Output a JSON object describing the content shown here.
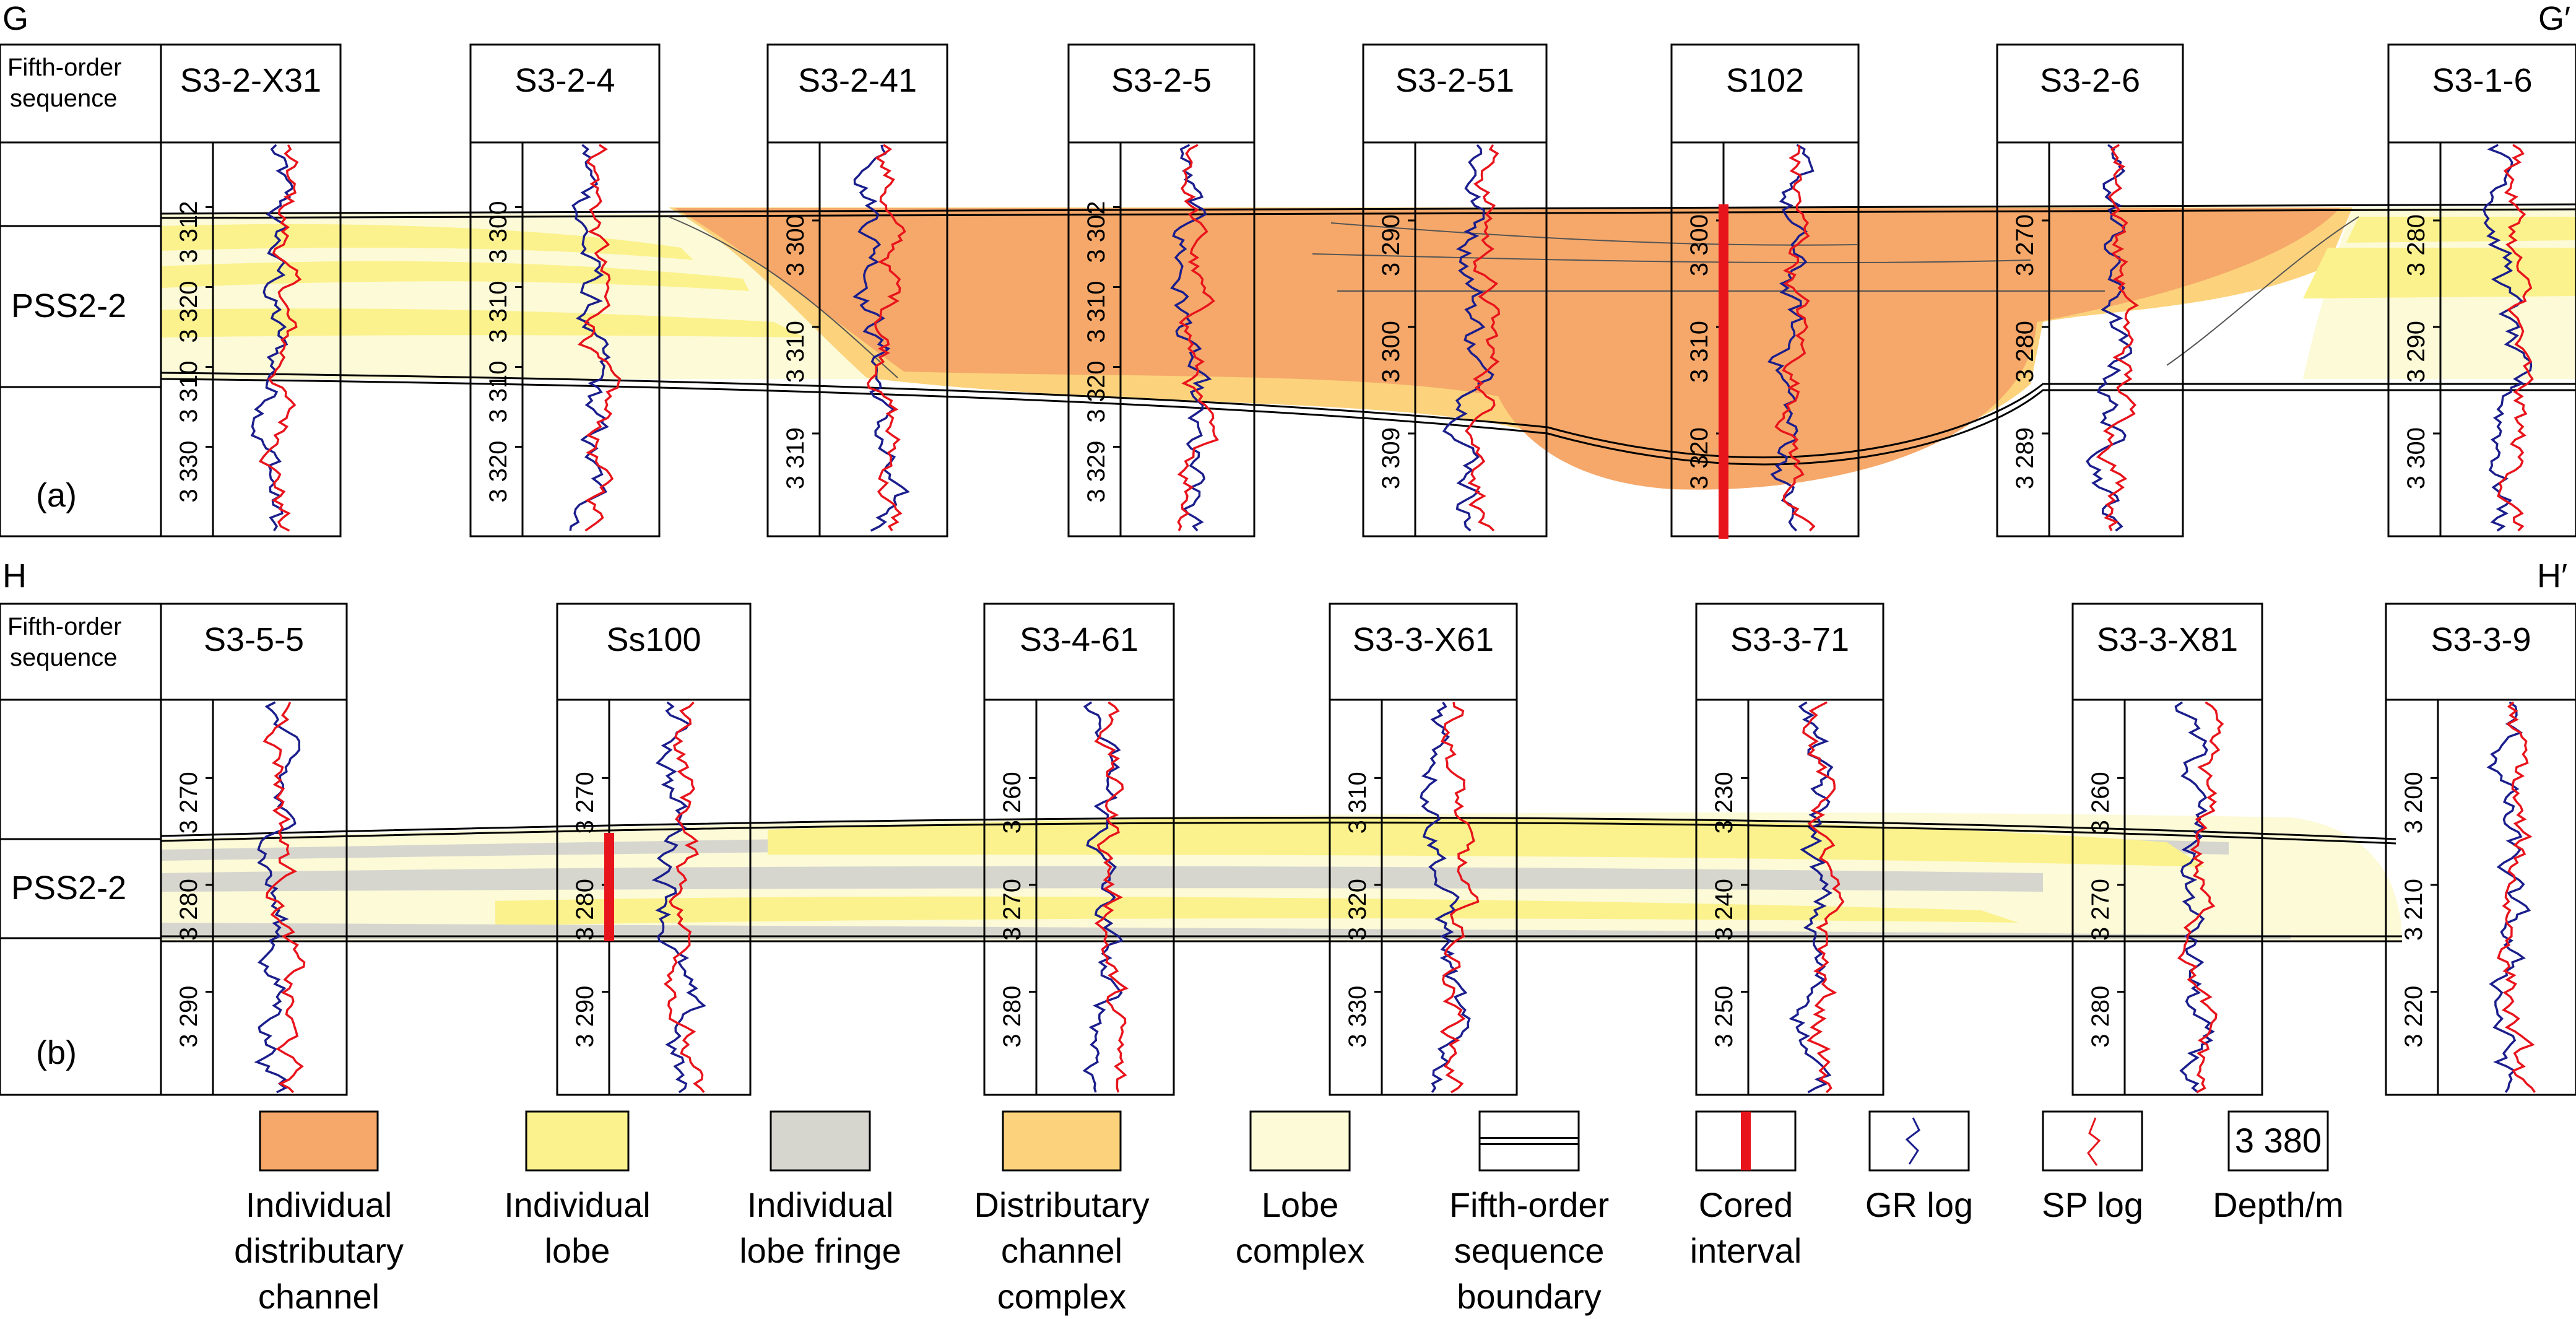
{
  "figure": {
    "header_label": "Fifth-order sequence",
    "sequence_label": "PSS2-2",
    "colors": {
      "individual_distributary_channel": "#F5A86A",
      "individual_lobe": "#FBF28D",
      "individual_lobe_fringe": "#D6D6CF",
      "distributary_channel_complex": "#FCD37C",
      "lobe_complex": "#FCFAD7",
      "cored_interval": "#E8141C",
      "gr_log": "#1B1E8C",
      "sp_log": "#E8141C"
    }
  },
  "panel_a": {
    "label": "(a)",
    "corner_left": "G",
    "corner_right": "G′",
    "wells": [
      {
        "name": "S3-2-X31",
        "depths": [
          "3 312",
          "3 320",
          "3 310",
          "3 330"
        ]
      },
      {
        "name": "S3-2-4",
        "depths": [
          "3 300",
          "3 310",
          "3 310",
          "3 320"
        ]
      },
      {
        "name": "S3-2-41",
        "depths": [
          "3 300",
          "3 310",
          "3 319"
        ]
      },
      {
        "name": "S3-2-5",
        "depths": [
          "3 302",
          "3 310",
          "3 320",
          "3 329"
        ]
      },
      {
        "name": "S3-2-51",
        "depths": [
          "3 290",
          "3 300",
          "3 309"
        ]
      },
      {
        "name": "S102",
        "depths": [
          "3 300",
          "3 310",
          "3 320"
        ]
      },
      {
        "name": "S3-2-6",
        "depths": [
          "3 270",
          "3 280",
          "3 289"
        ]
      },
      {
        "name": "S3-1-6",
        "depths": [
          "3 280",
          "3 290",
          "3 300"
        ]
      }
    ]
  },
  "panel_b": {
    "label": "(b)",
    "corner_left": "H",
    "corner_right": "H′",
    "wells": [
      {
        "name": "S3-5-5",
        "depths": [
          "3 270",
          "3 280",
          "3 290"
        ]
      },
      {
        "name": "Ss100",
        "depths": [
          "3 270",
          "3 280",
          "3 290"
        ]
      },
      {
        "name": "S3-4-61",
        "depths": [
          "3 260",
          "3 270",
          "3 280"
        ]
      },
      {
        "name": "S3-3-X61",
        "depths": [
          "3 310",
          "3 320",
          "3 330"
        ]
      },
      {
        "name": "S3-3-71",
        "depths": [
          "3 230",
          "3 240",
          "3 250"
        ]
      },
      {
        "name": "S3-3-X81",
        "depths": [
          "3 260",
          "3 270",
          "3 280"
        ]
      },
      {
        "name": "S3-3-9",
        "depths": [
          "3 200",
          "3 210",
          "3 220"
        ]
      }
    ]
  },
  "legend": [
    {
      "label": "Individual distributary channel",
      "lines": [
        "Individual",
        "distributary",
        "channel"
      ],
      "swatch": "individual_distributary_channel"
    },
    {
      "label": "Individual lobe",
      "lines": [
        "Individual",
        "lobe"
      ],
      "swatch": "individual_lobe"
    },
    {
      "label": "Individual lobe fringe",
      "lines": [
        "Individual",
        "lobe fringe"
      ],
      "swatch": "individual_lobe_fringe"
    },
    {
      "label": "Distributary channel complex",
      "lines": [
        "Distributary",
        "channel",
        "complex"
      ],
      "swatch": "distributary_channel_complex"
    },
    {
      "label": "Lobe complex",
      "lines": [
        "Lobe",
        "complex"
      ],
      "swatch": "lobe_complex"
    },
    {
      "label": "Fifth-order sequence boundary",
      "lines": [
        "Fifth-order",
        "sequence",
        "boundary"
      ],
      "swatch": "boundary"
    },
    {
      "label": "Cored interval",
      "lines": [
        "Cored",
        "interval"
      ],
      "swatch": "cored"
    },
    {
      "label": "GR log",
      "lines": [
        "GR log"
      ],
      "swatch": "gr"
    },
    {
      "label": "SP log",
      "lines": [
        "SP log"
      ],
      "swatch": "sp"
    },
    {
      "label": "Depth/m",
      "lines": [
        "Depth/m"
      ],
      "swatch": "depth",
      "sample": "3 380"
    }
  ]
}
